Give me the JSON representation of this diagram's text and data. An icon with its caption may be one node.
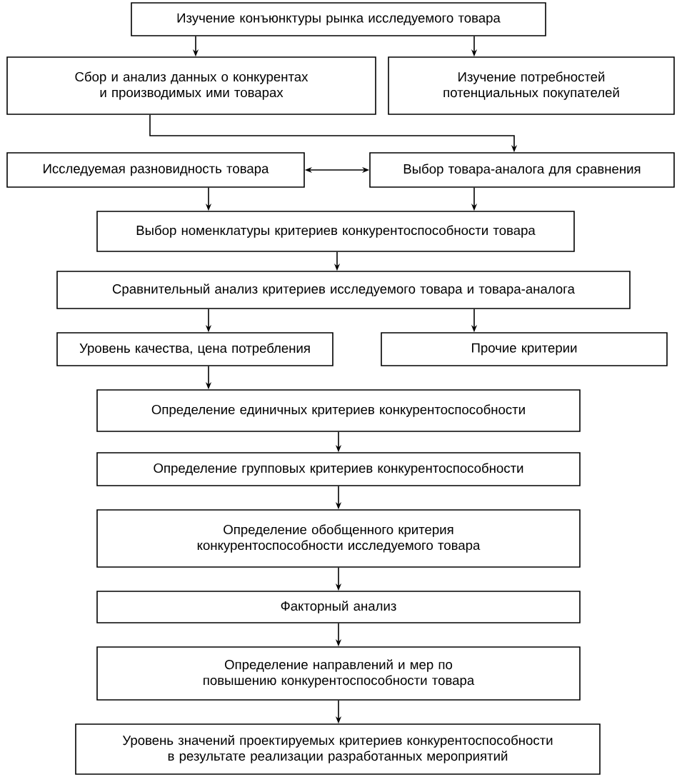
{
  "diagram": {
    "nodes": [
      {
        "text": [
          "Изучение конъюнктуры рынка исследуемого товара"
        ]
      },
      {
        "text": [
          "Сбор и анализ данных о конкурентах и производимых ими товарах"
        ]
      },
      {
        "text": [
          "Изучение потребностей потенциальных покупателей"
        ]
      },
      {
        "text": [
          "Исследуемая разновидность товара"
        ]
      },
      {
        "text": [
          "Выбор товара-аналога для сравнения"
        ]
      },
      {
        "text": [
          "Выбор номенклатуры критериев конкурентоспособности товара"
        ]
      },
      {
        "text": [
          "Сравнительный анализ критериев исследуемого товара и товара-аналога"
        ]
      },
      {
        "text": [
          "Уровень качества, цена потребления"
        ]
      },
      {
        "text": [
          "Прочие критерии"
        ]
      },
      {
        "text": [
          "Определение единичных критериев конкурентоспособности"
        ]
      },
      {
        "text": [
          "Определение групповых критериев конкурентоспособности"
        ]
      },
      {
        "text": [
          "Определение обобщенного критерия конкурентоспособности исследуемого товара"
        ]
      },
      {
        "text": [
          "Факторный анализ"
        ]
      },
      {
        "text": [
          "Определение направлений и мер по повышению конкурентоспособности товара"
        ]
      },
      {
        "text": [
          "Уровень значений проектируемых критериев конкурентоспособности в результате реализации разработанных мероприятий"
        ]
      }
    ],
    "edges": [
      {
        "from": 0,
        "to": 1,
        "arrow": "to"
      },
      {
        "from": 0,
        "to": 2,
        "arrow": "to"
      },
      {
        "from": 1,
        "to": 4,
        "arrow": "to"
      },
      {
        "from": 3,
        "to": 4,
        "arrow": "both"
      },
      {
        "from": 3,
        "to": 5,
        "arrow": "to"
      },
      {
        "from": 4,
        "to": 5,
        "arrow": "to"
      },
      {
        "from": 5,
        "to": 6,
        "arrow": "to"
      },
      {
        "from": 6,
        "to": 7,
        "arrow": "to"
      },
      {
        "from": 6,
        "to": 8,
        "arrow": "to"
      },
      {
        "from": 7,
        "to": 9,
        "arrow": "to"
      },
      {
        "from": 9,
        "to": 10,
        "arrow": "to"
      },
      {
        "from": 10,
        "to": 11,
        "arrow": "to"
      },
      {
        "from": 11,
        "to": 12,
        "arrow": "to"
      },
      {
        "from": 12,
        "to": 13,
        "arrow": "to"
      },
      {
        "from": 13,
        "to": 14,
        "arrow": "to"
      }
    ]
  }
}
